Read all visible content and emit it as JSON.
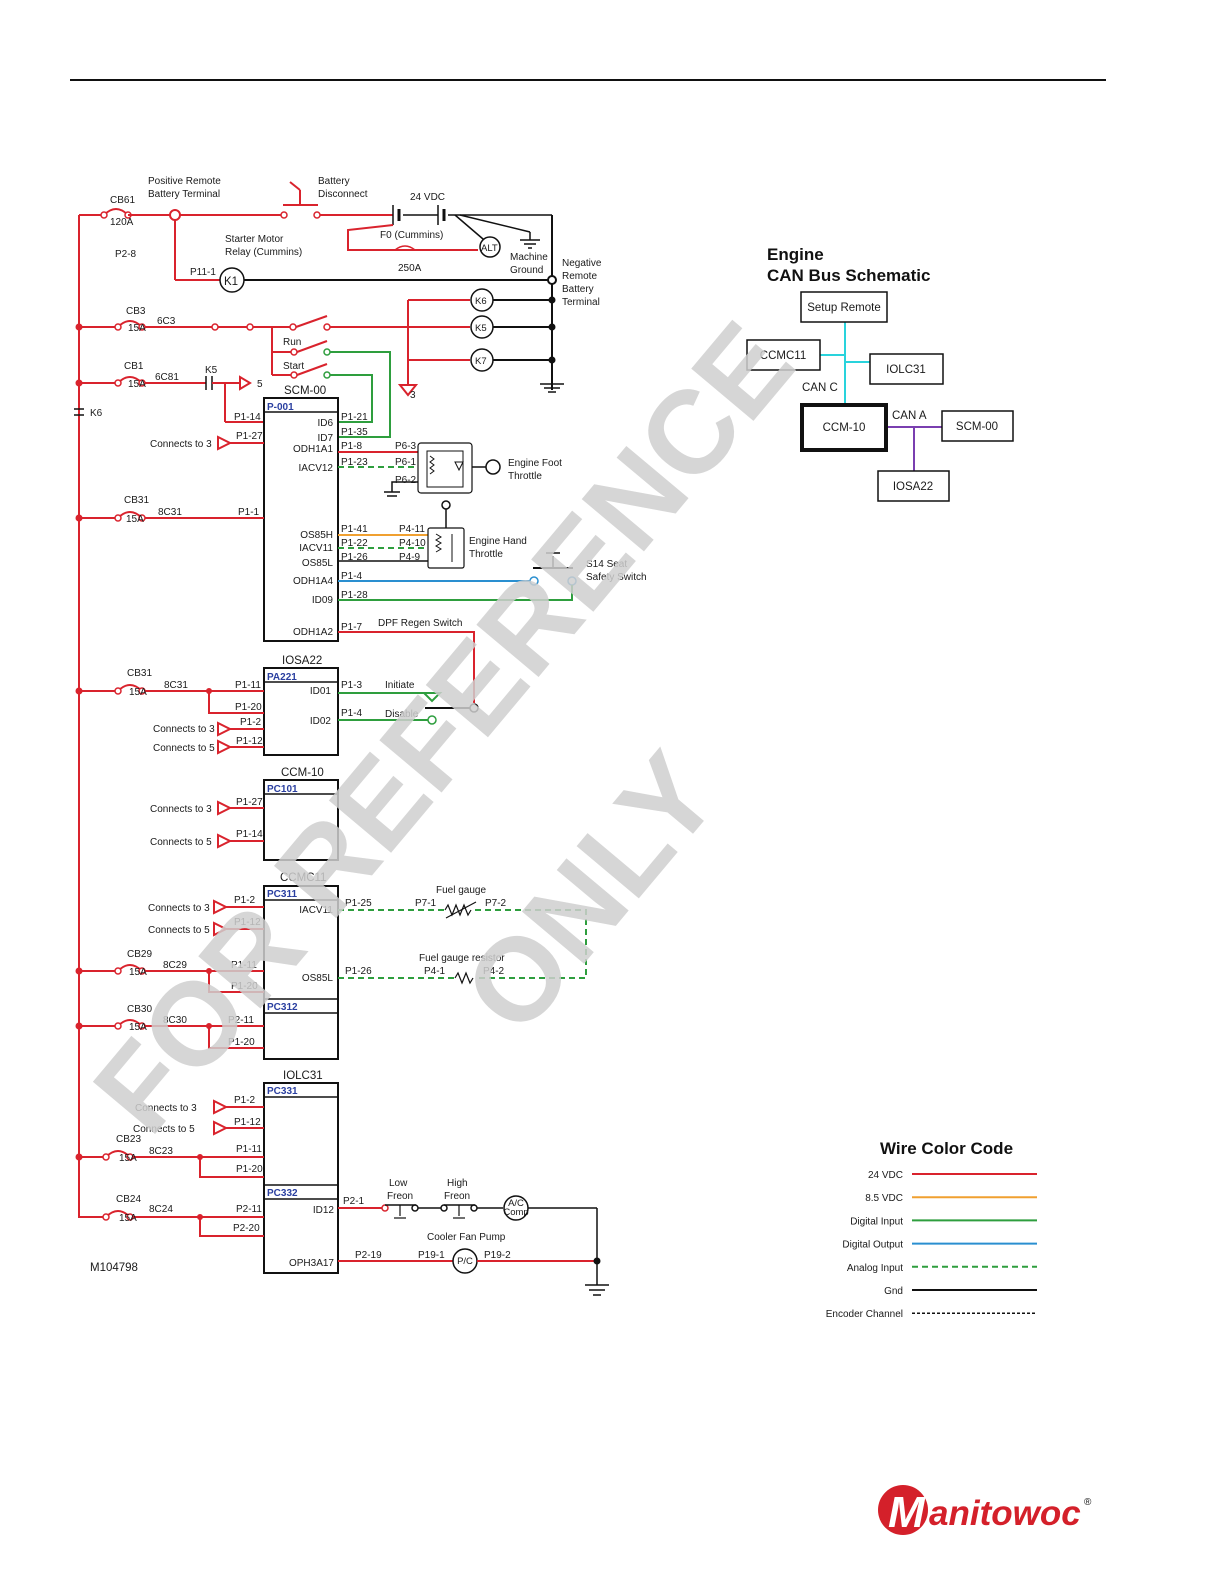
{
  "drawing_number": "M104798",
  "watermark": {
    "line1": "FOR REFERENCE",
    "line2": "ONLY"
  },
  "brand": {
    "name": "Manitowoc",
    "mark": "®",
    "color": "#d4202a"
  },
  "colors": {
    "red": "#d9232d",
    "orange": "#f0a030",
    "green": "#2e9e3e",
    "blue": "#2a8fd0",
    "gnd": "#111111",
    "cyan": "#29d3dc",
    "purple": "#7a3fb0"
  },
  "top_labels": {
    "pos_remote_1": "Positive Remote",
    "pos_remote_2": "Battery Terminal",
    "batt_disc_1": "Battery",
    "batt_disc_2": "Disconnect",
    "vdc24": "24 VDC",
    "cb61": "CB61",
    "cb61_rating": "120A",
    "p28": "P2-8",
    "starter_1": "Starter Motor",
    "starter_2": "Relay (Cummins)",
    "f0": "F0 (Cummins)",
    "alt": "ALT",
    "a250": "250A",
    "machine_1": "Machine",
    "machine_2": "Ground",
    "neg_1": "Negative",
    "neg_2": "Remote",
    "neg_3": "Battery",
    "neg_4": "Terminal",
    "p11_1": "P11-1",
    "k1": "K1",
    "cb3": "CB3",
    "cb3_rating": "15A",
    "w6c3": "6C3",
    "k6": "K6",
    "k5": "K5",
    "k7": "K7",
    "run": "Run",
    "start": "Start",
    "cb1": "CB1",
    "cb1_rating": "15A",
    "w6c81": "6C81",
    "k5_contact": "K5",
    "conn5": "5",
    "conn3": "3",
    "k6_contact": "K6"
  },
  "scm": {
    "title": "SCM-00",
    "connector": "P-001",
    "left_p1_14": "P1-14",
    "left_p1_27": "P1-27",
    "connects3": "Connects to 3",
    "cb31": "CB31",
    "cb31_rating": "15A",
    "w8c31": "8C31",
    "left_p1_1": "P1-1",
    "pins": [
      "ID6",
      "ID7",
      "ODH1A1",
      "IACV12",
      "OS85H",
      "IACV11",
      "OS85L",
      "ODH1A4",
      "ID09",
      "ODH1A2"
    ],
    "wires": [
      "P1-21",
      "P1-35",
      "P1-8",
      "P1-23",
      "P1-41",
      "P1-22",
      "P1-26",
      "P1-4",
      "P1-28",
      "P1-7"
    ],
    "p6": [
      "P6-3",
      "P6-1",
      "P6-2"
    ],
    "p4": [
      "P4-11",
      "P4-10",
      "P4-9"
    ],
    "foot_1": "Engine Foot",
    "foot_2": "Throttle",
    "hand_1": "Engine Hand",
    "hand_2": "Throttle",
    "seat_1": "S14 Seat",
    "seat_2": "Safety Switch",
    "dpf": "DPF Regen Switch"
  },
  "iosa": {
    "title": "IOSA22",
    "connector": "PA221",
    "cb31": "CB31",
    "cb31_rating": "15A",
    "w8c31": "8C31",
    "p1_11": "P1-11",
    "p1_20": "P1-20",
    "p1_2": "P1-2",
    "p1_12": "P1-12",
    "connects3": "Connects to 3",
    "connects5": "Connects to 5",
    "pin_id01": "ID01",
    "pin_id02": "ID02",
    "p1_3": "P1-3",
    "p1_4": "P1-4",
    "initiate": "Initiate",
    "disable": "Disable"
  },
  "ccm": {
    "title": "CCM-10",
    "connector": "PC101",
    "p1_27": "P1-27",
    "p1_14": "P1-14",
    "connects3": "Connects to 3",
    "connects5": "Connects to 5"
  },
  "ccmc": {
    "title": "CCMC11",
    "connector": "PC311",
    "connector2": "PC312",
    "p1_2": "P1-2",
    "p1_12": "P1-12",
    "connects3": "Connects to 3",
    "connects5": "Connects to 5",
    "cb29": "CB29",
    "cb29_rating": "15A",
    "w8c29": "8C29",
    "p1_11": "P1-11",
    "p1_20": "P1-20",
    "cb30": "CB30",
    "cb30_rating": "15A",
    "w8c30": "8C30",
    "p2_11": "P2-11",
    "p1_20b": "P1-20",
    "pin_iacv11": "IACV11",
    "pin_os85l": "OS85L",
    "p1_25": "P1-25",
    "p7_1": "P7-1",
    "p7_2": "P7-2",
    "fuel_gauge": "Fuel gauge",
    "p1_26": "P1-26",
    "p4_1": "P4-1",
    "p4_2": "P4-2",
    "fuel_resistor": "Fuel gauge resistor"
  },
  "iolc": {
    "title": "IOLC31",
    "connector": "PC331",
    "connector2": "PC332",
    "p1_2": "P1-2",
    "p1_12": "P1-12",
    "connects3": "Connects to 3",
    "connects5": "Connects to 5",
    "cb23": "CB23",
    "cb23_rating": "15A",
    "w8c23": "8C23",
    "p1_11": "P1-11",
    "p1_20": "P1-20",
    "cb24": "CB24",
    "cb24_rating": "15A",
    "w8c24": "8C24",
    "p2_11": "P2-11",
    "p2_20": "P2-20",
    "pin_id12": "ID12",
    "pin_oph": "OPH3A17",
    "p2_1": "P2-1",
    "p2_19": "P2-19",
    "low_1": "Low",
    "low_2": "Freon",
    "high_1": "High",
    "high_2": "Freon",
    "ac_1": "A/C",
    "ac_2": "Comp",
    "cooler": "Cooler Fan Pump",
    "p19_1": "P19-1",
    "p19_2": "P19-2",
    "pc": "P/C"
  },
  "can": {
    "title_1": "Engine",
    "title_2": "CAN Bus Schematic",
    "setup_remote": "Setup Remote",
    "ccmc11": "CCMC11",
    "iolc31": "IOLC31",
    "can_c": "CAN C",
    "ccm10": "CCM-10",
    "can_a": "CAN A",
    "scm00": "SCM-00",
    "iosa22": "IOSA22"
  },
  "legend": {
    "title": "Wire Color Code",
    "items": [
      {
        "label": "24 VDC",
        "color": "#d9232d",
        "style": "solid"
      },
      {
        "label": "8.5 VDC",
        "color": "#f0a030",
        "style": "solid"
      },
      {
        "label": "Digital Input",
        "color": "#2e9e3e",
        "style": "solid"
      },
      {
        "label": "Digital Output",
        "color": "#2a8fd0",
        "style": "solid"
      },
      {
        "label": "Analog Input",
        "color": "#2e9e3e",
        "style": "dashed"
      },
      {
        "label": "Gnd",
        "color": "#111111",
        "style": "solid"
      },
      {
        "label": "Encoder Channel",
        "color": "#111111",
        "style": "dotted"
      }
    ]
  }
}
